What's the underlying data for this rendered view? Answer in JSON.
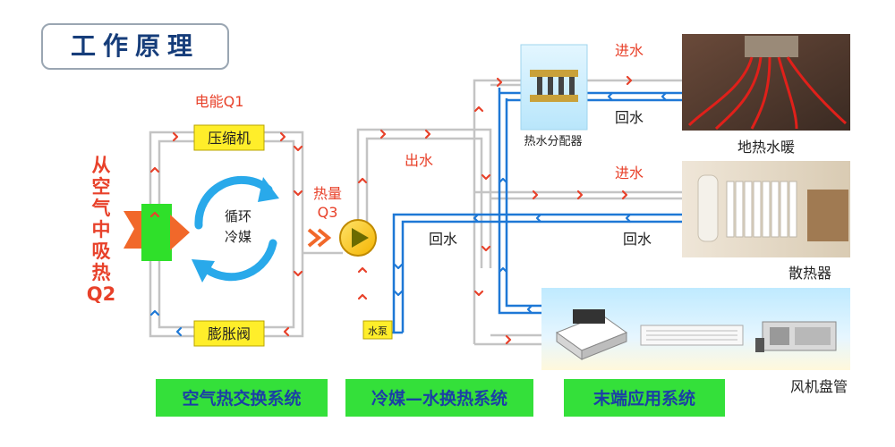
{
  "title": "工作原理",
  "labels": {
    "electric_energy": "电能Q1",
    "compressor": "压缩机",
    "expansion_valve": "膨胀阀",
    "circulation_line1": "循环",
    "circulation_line2": "冷媒",
    "heat_absorb_chars": [
      "从",
      "空",
      "气",
      "中",
      "吸",
      "热",
      "Q2"
    ],
    "heat_line1": "热量",
    "heat_line2": "Q3",
    "water_pump": "水泵",
    "outlet_water": "出水",
    "return_water_left": "回水",
    "return_water_mid": "回水",
    "return_water_top": "回水",
    "inlet_water_top": "进水",
    "inlet_water_mid": "进水",
    "manifold": "热水分配器",
    "floor_heating": "地热水暖",
    "radiator": "散热器",
    "fan_coil": "风机盘管"
  },
  "systems": [
    "空气热交换系统",
    "冷媒—水换热系统",
    "末端应用系统"
  ],
  "colors": {
    "hot": "#e8412a",
    "cold": "#1e78d6",
    "title_text": "#163d7a",
    "system_bg": "#34e03a",
    "system_text": "#1b3fa5",
    "label_box": "#ffee2a",
    "heat_text": "#e8412a"
  },
  "icons": {
    "pump": "pump-icon",
    "arrows": "flow-arrow-icon",
    "circulation": "circulation-arrows-icon",
    "absorb": "absorb-arrow-icon"
  }
}
